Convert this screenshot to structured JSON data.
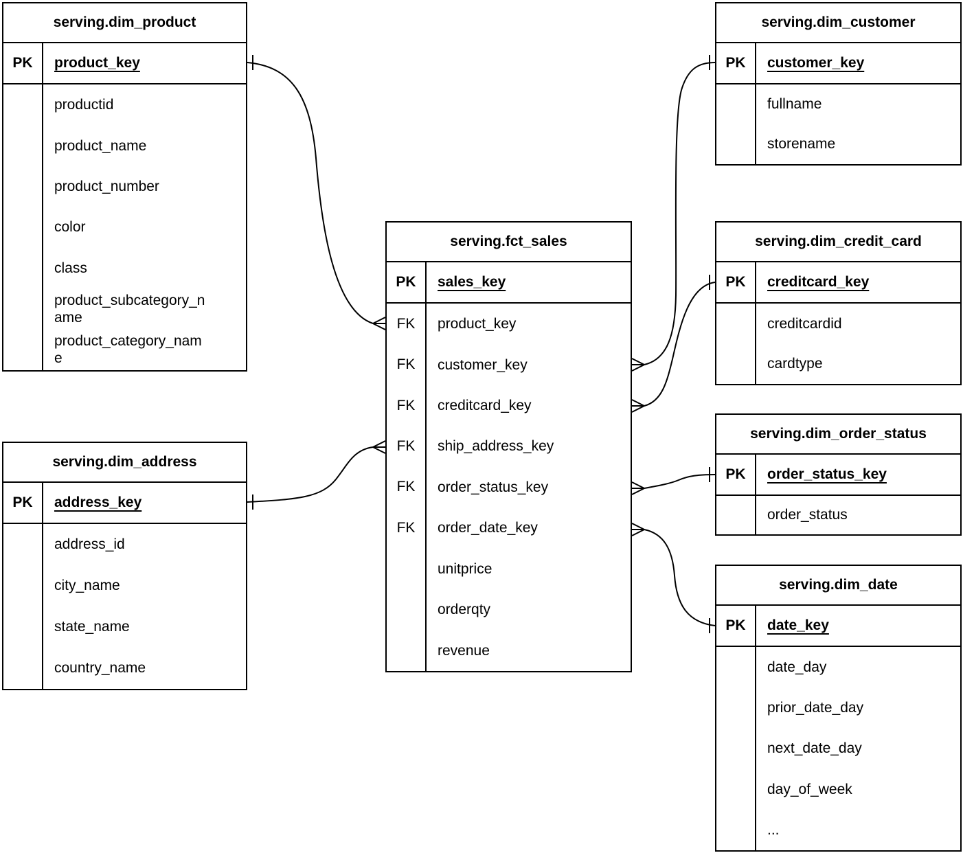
{
  "diagram": {
    "colors": {
      "line": "#000000",
      "background": "#ffffff",
      "text": "#000000"
    },
    "notation": {
      "many_marker": "crow-foot",
      "one_marker": "tick"
    },
    "tables": [
      {
        "id": "dim_product",
        "title": "serving.dim_product",
        "primary_key": {
          "badge": "PK",
          "name": "product_key"
        },
        "fields": [
          {
            "badge": "",
            "name": "productid"
          },
          {
            "badge": "",
            "name": "product_name"
          },
          {
            "badge": "",
            "name": "product_number"
          },
          {
            "badge": "",
            "name": "color"
          },
          {
            "badge": "",
            "name": "class"
          },
          {
            "badge": "",
            "name": "product_subcategory_name"
          },
          {
            "badge": "",
            "name": "product_category_name"
          }
        ]
      },
      {
        "id": "dim_address",
        "title": "serving.dim_address",
        "primary_key": {
          "badge": "PK",
          "name": "address_key"
        },
        "fields": [
          {
            "badge": "",
            "name": "address_id"
          },
          {
            "badge": "",
            "name": "city_name"
          },
          {
            "badge": "",
            "name": "state_name"
          },
          {
            "badge": "",
            "name": "country_name"
          }
        ]
      },
      {
        "id": "fct_sales",
        "title": "serving.fct_sales",
        "primary_key": {
          "badge": "PK",
          "name": "sales_key"
        },
        "fields": [
          {
            "badge": "FK",
            "name": "product_key"
          },
          {
            "badge": "FK",
            "name": "customer_key"
          },
          {
            "badge": "FK",
            "name": "creditcard_key"
          },
          {
            "badge": "FK",
            "name": "ship_address_key"
          },
          {
            "badge": "FK",
            "name": "order_status_key"
          },
          {
            "badge": "FK",
            "name": "order_date_key"
          },
          {
            "badge": "",
            "name": "unitprice"
          },
          {
            "badge": "",
            "name": "orderqty"
          },
          {
            "badge": "",
            "name": "revenue"
          }
        ]
      },
      {
        "id": "dim_customer",
        "title": "serving.dim_customer",
        "primary_key": {
          "badge": "PK",
          "name": "customer_key"
        },
        "fields": [
          {
            "badge": "",
            "name": "fullname"
          },
          {
            "badge": "",
            "name": "storename"
          }
        ]
      },
      {
        "id": "dim_credit_card",
        "title": "serving.dim_credit_card",
        "primary_key": {
          "badge": "PK",
          "name": "creditcard_key"
        },
        "fields": [
          {
            "badge": "",
            "name": "creditcardid"
          },
          {
            "badge": "",
            "name": "cardtype"
          }
        ]
      },
      {
        "id": "dim_order_status",
        "title": "serving.dim_order_status",
        "primary_key": {
          "badge": "PK",
          "name": "order_status_key"
        },
        "fields": [
          {
            "badge": "",
            "name": "order_status"
          }
        ]
      },
      {
        "id": "dim_date",
        "title": "serving.dim_date",
        "primary_key": {
          "badge": "PK",
          "name": "date_key"
        },
        "fields": [
          {
            "badge": "",
            "name": "date_day"
          },
          {
            "badge": "",
            "name": "prior_date_day"
          },
          {
            "badge": "",
            "name": "next_date_day"
          },
          {
            "badge": "",
            "name": "day_of_week"
          },
          {
            "badge": "",
            "name": "..."
          }
        ]
      }
    ],
    "relationships": [
      {
        "from_table": "fct_sales",
        "from_field": "product_key",
        "from_cardinality": "many",
        "to_table": "dim_product",
        "to_field": "product_key",
        "to_cardinality": "one"
      },
      {
        "from_table": "fct_sales",
        "from_field": "ship_address_key",
        "from_cardinality": "many",
        "to_table": "dim_address",
        "to_field": "address_key",
        "to_cardinality": "one"
      },
      {
        "from_table": "fct_sales",
        "from_field": "customer_key",
        "from_cardinality": "many",
        "to_table": "dim_customer",
        "to_field": "customer_key",
        "to_cardinality": "one"
      },
      {
        "from_table": "fct_sales",
        "from_field": "creditcard_key",
        "from_cardinality": "many",
        "to_table": "dim_credit_card",
        "to_field": "creditcard_key",
        "to_cardinality": "one"
      },
      {
        "from_table": "fct_sales",
        "from_field": "order_status_key",
        "from_cardinality": "many",
        "to_table": "dim_order_status",
        "to_field": "order_status_key",
        "to_cardinality": "one"
      },
      {
        "from_table": "fct_sales",
        "from_field": "order_date_key",
        "from_cardinality": "many",
        "to_table": "dim_date",
        "to_field": "date_key",
        "to_cardinality": "one"
      }
    ]
  }
}
